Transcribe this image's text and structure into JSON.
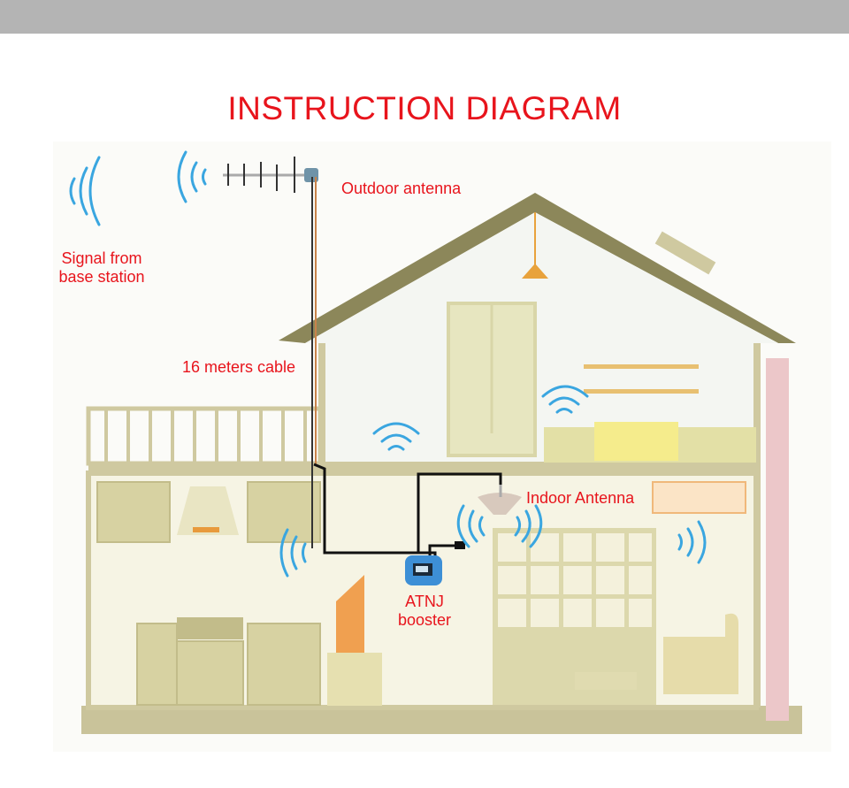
{
  "title": "INSTRUCTION DIAGRAM",
  "labels": {
    "outdoor_antenna": "Outdoor antenna",
    "signal_line1": "Signal from",
    "signal_line2": "base station",
    "cable": "16 meters cable",
    "indoor_antenna": "Indoor Antenna",
    "booster_line1": "ATNJ",
    "booster_line2": "booster"
  },
  "colors": {
    "label_red": "#e8141c",
    "signal_blue": "#3aa6e0",
    "house_olive": "#8c875a",
    "wall_cream": "#f4f1dc",
    "booster_blue": "#3d8fd6",
    "cable_black": "#111111"
  }
}
